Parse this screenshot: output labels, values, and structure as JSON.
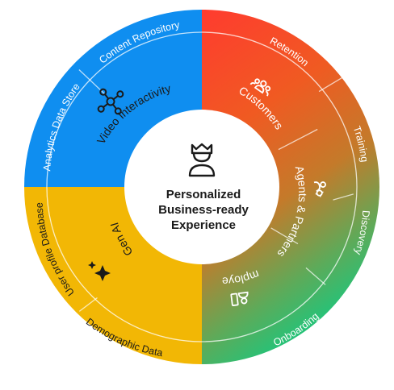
{
  "center": {
    "icon": "person-crown-icon",
    "lines": [
      "Personalized",
      "Business-ready",
      "Experience"
    ]
  },
  "outer_ring": {
    "content_repository": "Content Repository",
    "analytics_data_store": "Analytics Data Store",
    "user_profile_database": "User profile Database",
    "demographic_data": "Demographic Data",
    "retention": "Retention",
    "training": "Training",
    "discovery": "Discovery",
    "onboarding": "Onboarding"
  },
  "inner_ring": {
    "video_interactivity": {
      "label": "Video Interactivity",
      "icon": "network-nodes-icon"
    },
    "gen_ai": {
      "label": "Gen AI",
      "icon": "sparkle-stars-icon"
    },
    "customers": {
      "label": "Customers",
      "icon": "user-group-icon"
    },
    "agents_partners": {
      "label": "Agents & Partners",
      "icon": "people-gear-icon"
    },
    "employees": {
      "label": "Employees",
      "icon": "employee-badge-icon"
    }
  },
  "colors": {
    "blue_quadrant": "#0f8ef0",
    "yellow_quadrant": "#f2b705",
    "red": "#ff3b2f",
    "orange": "#f06a1d",
    "brown": "#b57b2a",
    "green": "#22c47a"
  }
}
